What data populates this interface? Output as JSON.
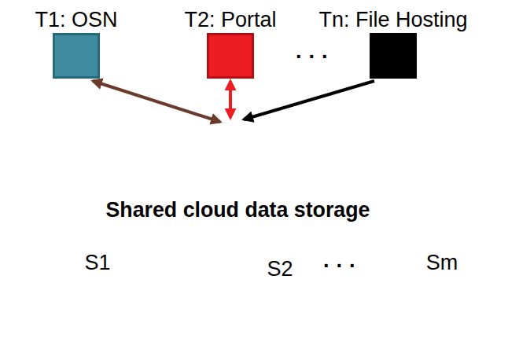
{
  "diagram": {
    "nodes": [
      {
        "text": [
          "T1: OSN"
        ]
      },
      {
        "text": [
          "T2: Portal"
        ]
      },
      {
        "text": [
          "Tn: File Hosting"
        ]
      },
      {
        "text": [
          "Shared cloud data storage"
        ]
      }
    ],
    "edges": [
      {
        "from": 0,
        "to": 3,
        "arrow": "both"
      },
      {
        "from": 1,
        "to": 3,
        "arrow": "both"
      },
      {
        "from": 2,
        "to": 3,
        "arrow": "to"
      }
    ],
    "labels": [
      "· · ·",
      "S1",
      "S2",
      "· · ·",
      "Sm"
    ]
  }
}
